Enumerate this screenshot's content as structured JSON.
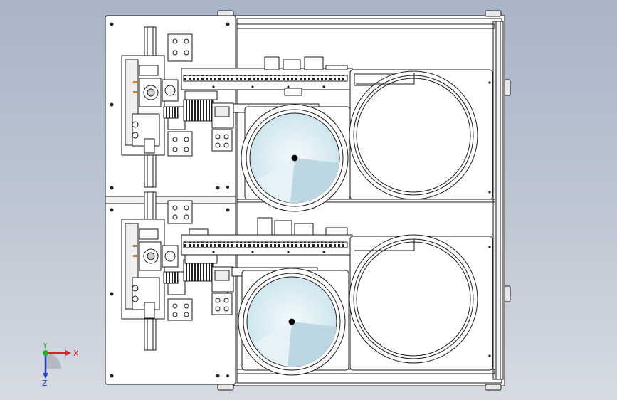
{
  "viewport": {
    "background_top": "#a9b4c6",
    "background_bottom": "#d6dbe3",
    "line_color": "#1a1a1a",
    "part_fill": "#ffffff",
    "disc_fill": "#dbeef5"
  },
  "triad": {
    "x_label": "X",
    "y_label": "Y",
    "z_label": "Z",
    "x_color": "#e02020",
    "y_color": "#20b020",
    "z_color": "#2040d0"
  }
}
